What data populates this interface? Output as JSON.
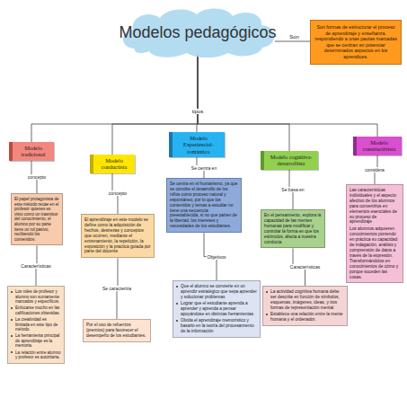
{
  "diagram": {
    "nodes": [
      {
        "text": [
          "Modelos pedagógicos"
        ]
      },
      {
        "text": [
          "Son formas de estructurar el proceso de aprendizaje y enseñanza, respondiendo a unas pautas marcadas que se centran en potenciar determinados aspectos en los aprendices."
        ]
      },
      {
        "text": [
          "Modelo tradicional"
        ]
      },
      {
        "text": [
          "Modelo conductista"
        ]
      },
      {
        "text": [
          "Modelo Experiencial-romántico"
        ]
      },
      {
        "text": [
          "Modelo cognitiva-desarrollista"
        ]
      },
      {
        "text": [
          "Modelo constructivista"
        ]
      },
      {
        "text": [
          "El papel protagonista de este método recae en el profesor quienes es visto como un trasmisor del conocimiento, el alumno por su parte tiene un rol pasivo, recibiendo los contenidos."
        ]
      },
      {
        "text": [
          "El aprendizaje en este modelo se define como la adquisición de hechos, destrezas y conceptos que ocurren, mediante el entrenamiento, la repetición, la exposición y la practica guiada por parte del docente"
        ]
      },
      {
        "text": [
          "Se centra en el humanismo, ya que se concibe el desarrollo de los niños como proceso natural y espontáneo, por lo que los contenidos y temas a estudiar no tiene una secuencia preestablecida, si no que parten de la libertad, los intereses y necesidades de los estudiantes."
        ]
      },
      {
        "text": [
          "En el pensamiento, explora la capacidad de las mentes humanas para modificar y controlar la forma en que los estímulos, afecta a nuestra conducta"
        ]
      },
      {
        "text": [
          "Las características individuales y el aspecto afectivo de los alumnos para convertirlos en elementos esenciales de su proceso de aprendizaje",
          "Los alumnos adquieren conocimientos poniendo en práctica su capacidad de indagación, análisis y comprensión de datos a través de la expresión. Transformándolos en conocimientos de cómo y porque suceden las cosas."
        ]
      },
      {
        "text": [
          "Los roles de profesor y alumno son sumamente marcados y específicos.",
          "Enfocarse mucho en las calificaciones obtenidas.",
          "La creatividad es limitada en este tipo de método.",
          "La herramienta principal de aprendizaje es la memoria.",
          "La relación entre alumno y profesor es autoritaria."
        ]
      },
      {
        "text": [
          "Por el uso de refuerzos (premios) para favorecer el desempeño de los estudiantes."
        ]
      },
      {
        "text": [
          "Que el alumno se convierte en un aprendiz estratégico que sepa aprender y solucionar problemas",
          "Lograr que el estudiante aprenda a aprender y aprenda a pensar apoyándose en distintas herramientas",
          "Olvida el aprendizaje memorístico y basarlo en la teoría del procesamiento de la información"
        ]
      },
      {
        "text": [
          "La actividad cognitiva humana debe ser descrita en función de símbolos, esquemas, imágenes, ideas, y tros formas de representación mental.",
          "Establece una relación entre la mente humana y el ordenador."
        ]
      }
    ],
    "edges": [
      {
        "from": 0,
        "to": 1,
        "label": "Son",
        "arrow": "none"
      },
      {
        "from": 0,
        "to": 2,
        "arrow": "none"
      },
      {
        "from": 0,
        "to": 3,
        "arrow": "none"
      },
      {
        "from": 0,
        "to": 4,
        "label": "tipos",
        "arrow": "none"
      },
      {
        "from": 0,
        "to": 5,
        "arrow": "none"
      },
      {
        "from": 0,
        "to": 6,
        "arrow": "none"
      },
      {
        "from": 2,
        "to": 7,
        "label": "concepto",
        "arrow": "none"
      },
      {
        "from": 3,
        "to": 8,
        "label": "concepto",
        "arrow": "none"
      },
      {
        "from": 4,
        "to": 9,
        "label": "Se centra en",
        "arrow": "none"
      },
      {
        "from": 5,
        "to": 10,
        "label": "Se basa en",
        "arrow": "none"
      },
      {
        "from": 6,
        "to": 11,
        "label": "considera",
        "arrow": "none"
      },
      {
        "from": 7,
        "to": 12,
        "label": "Características",
        "arrow": "none"
      },
      {
        "from": 8,
        "to": 13,
        "label": "Se caracteriza",
        "arrow": "none"
      },
      {
        "from": 9,
        "to": 14,
        "label": "Objetivos",
        "arrow": "none"
      },
      {
        "from": 10,
        "to": 15,
        "label": "Características",
        "arrow": "none"
      }
    ]
  }
}
